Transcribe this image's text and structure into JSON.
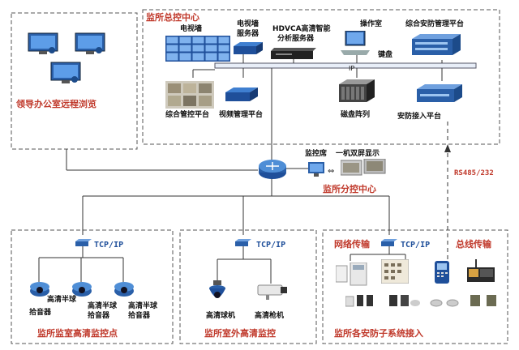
{
  "left_box": {
    "title": "领导办公室远程浏览"
  },
  "center": {
    "title": "监所总控中心",
    "tv_wall": "电视墙",
    "tv_server_line1": "电视墙",
    "tv_server_line2": "服务器",
    "hdvca_line1": "HDVCA高清智能",
    "hdvca_line2": "分析服务器",
    "ops_room": "操作室",
    "keyboard": "键盘",
    "integrated_security": "综合安防管理平台",
    "ip_bus": "IP",
    "integrated_control": "综合管控平台",
    "video_mgmt": "视频管理平台",
    "disk_array": "磁盘阵列",
    "security_access": "安防接入平台"
  },
  "branch": {
    "monitor_seat": "监控席",
    "dual_screen": "一机双屏显示",
    "title": "监所分控中心",
    "rs485": "RS485/232"
  },
  "bottom_left": {
    "tcp": "TCP/IP",
    "device1_line1": "高清半球",
    "device1_line2": "拾音器",
    "device2_line1": "高清半球",
    "device2_line2": "拾音器",
    "device3_line1": "高清半球",
    "device3_line2": "拾音器",
    "title": "监所监室高清监控点"
  },
  "bottom_mid": {
    "tcp": "TCP/IP",
    "dome": "高清球机",
    "bullet": "高清枪机",
    "title": "监所室外高清监控"
  },
  "bottom_right": {
    "network": "网络传输",
    "tcp": "TCP/IP",
    "bus": "总线传输",
    "title": "监所各安防子系统接入"
  },
  "colors": {
    "accent_red": "#c0392b",
    "device_blue": "#2a5fa8",
    "line": "#333333"
  }
}
